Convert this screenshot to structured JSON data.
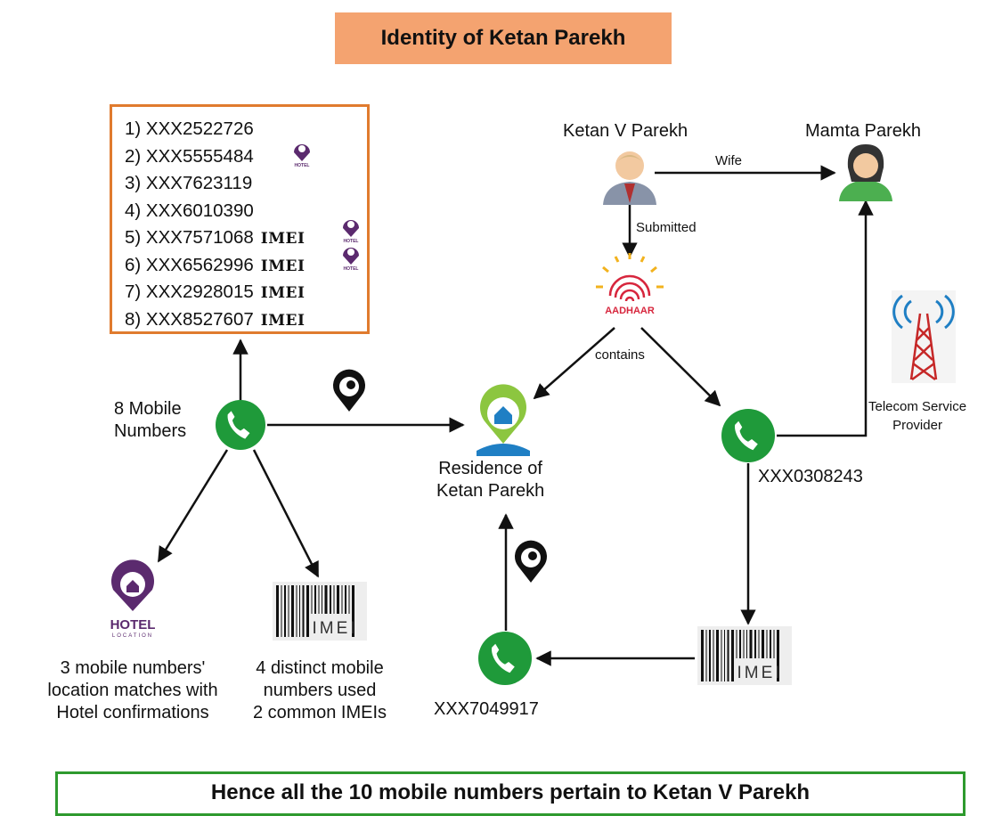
{
  "title": "Identity of Ketan Parekh",
  "mobile_list": [
    {
      "text": "1) XXX2522726",
      "imei": false,
      "hotel": false
    },
    {
      "text": "2) XXX5555484",
      "imei": false,
      "hotel": true
    },
    {
      "text": "3) XXX7623119",
      "imei": false,
      "hotel": false
    },
    {
      "text": "4) XXX6010390",
      "imei": false,
      "hotel": false
    },
    {
      "text": "5) XXX7571068",
      "imei": true,
      "hotel": true
    },
    {
      "text": "6) XXX6562996",
      "imei": true,
      "hotel": true
    },
    {
      "text": "7) XXX2928015",
      "imei": true,
      "hotel": false
    },
    {
      "text": "8) XXX8527607",
      "imei": true,
      "hotel": false
    }
  ],
  "imei_tag": "IMEI",
  "hotel_icon_text": "HOTEL",
  "hotel_icon_sub": "LOCATION",
  "barcode_text": "IMEI",
  "aadhaar_text": "AADHAAR",
  "nodes": {
    "mobile_numbers_line1": "8 Mobile",
    "mobile_numbers_line2": "Numbers",
    "ketan": "Ketan V Parekh",
    "mamta": "Mamta Parekh",
    "residence_line1": "Residence of",
    "residence_line2": "Ketan Parekh",
    "phone_right": "XXX0308243",
    "phone_bottom": "XXX7049917",
    "telecom_line1": "Telecom Service",
    "telecom_line2": "Provider",
    "hotel_caption": [
      "3 mobile numbers'",
      "location matches with",
      "Hotel confirmations"
    ],
    "imei_caption": [
      "4 distinct mobile",
      "numbers used",
      "2 common IMEIs"
    ]
  },
  "edge_labels": {
    "wife": "Wife",
    "submitted": "Submitted",
    "contains": "contains"
  },
  "conclusion": "Hence all the 10 mobile numbers pertain to Ketan V Parekh",
  "colors": {
    "title_bg": "#f4a370",
    "box_border": "#e07b2e",
    "phone_green": "#1f9a3a",
    "hotel_purple": "#5b2a6e",
    "conclusion_border": "#2e9a2e"
  }
}
